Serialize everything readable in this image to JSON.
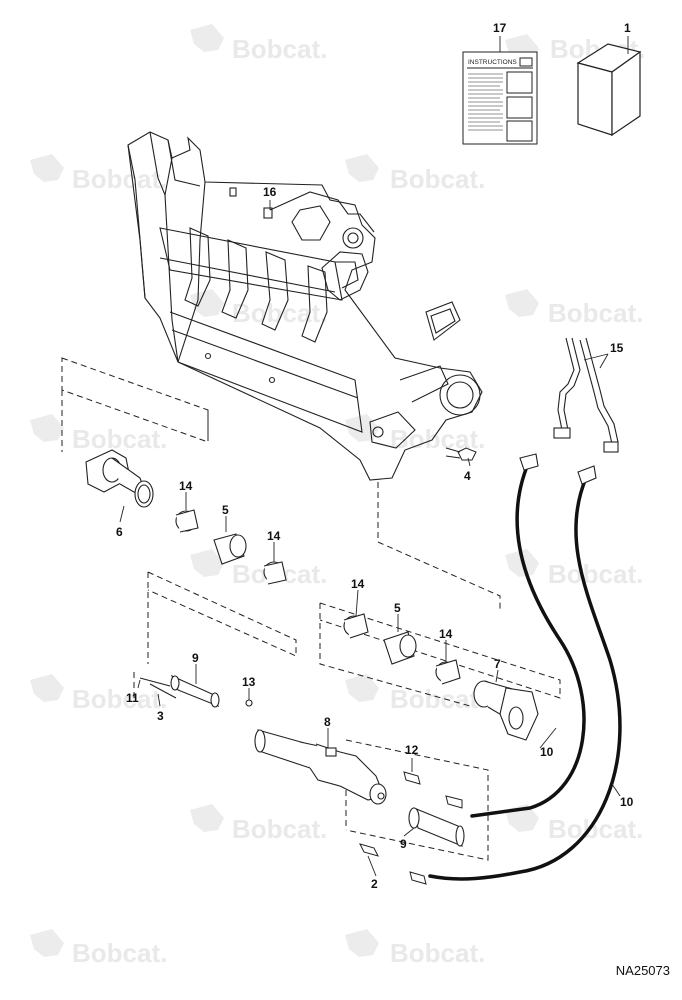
{
  "watermark": {
    "brand": "Bobcat."
  },
  "document_code": "NA25073",
  "instructions_label": "INSTRUCTIONS",
  "callouts": {
    "c1": "1",
    "c2": "2",
    "c3": "3",
    "c4": "4",
    "c5a": "5",
    "c5b": "5",
    "c6": "6",
    "c7": "7",
    "c8": "8",
    "c9a": "9",
    "c9b": "9",
    "c10a": "10",
    "c10b": "10",
    "c11": "11",
    "c12": "12",
    "c13": "13",
    "c14a": "14",
    "c14b": "14",
    "c14c": "14",
    "c14d": "14",
    "c15": "15",
    "c16": "16",
    "c17": "17"
  },
  "colors": {
    "line": "#222222",
    "watermark": "#e9e9e9",
    "hose": "#111111"
  }
}
